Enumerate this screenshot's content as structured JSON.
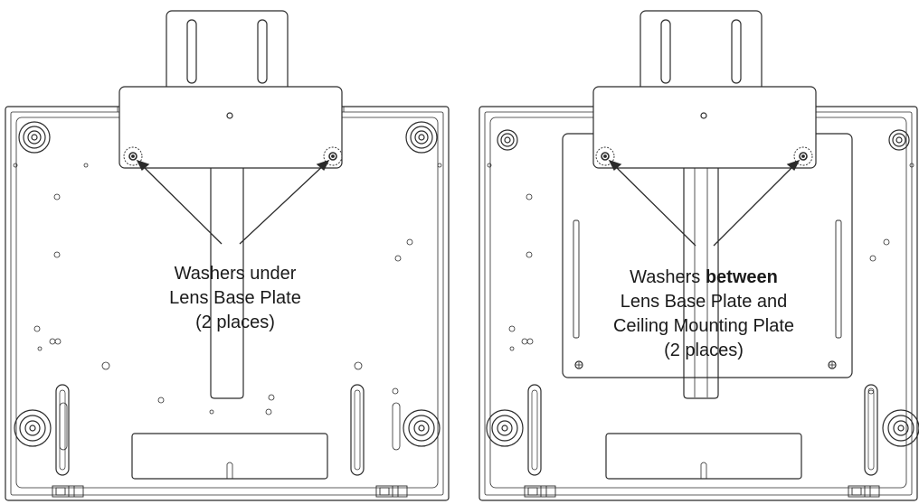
{
  "left_callout": {
    "line1": "Washers under",
    "line2": "Lens Base Plate",
    "line3": "(2 places)"
  },
  "right_callout": {
    "line1_pre": "Washers ",
    "line1_bold": "between",
    "line2": "Lens Base Plate and",
    "line3": "Ceiling Mounting Plate",
    "line4": "(2 places)"
  },
  "colors": {
    "line": "#2b2b2b",
    "background": "#ffffff",
    "text": "#1a1a1a"
  }
}
